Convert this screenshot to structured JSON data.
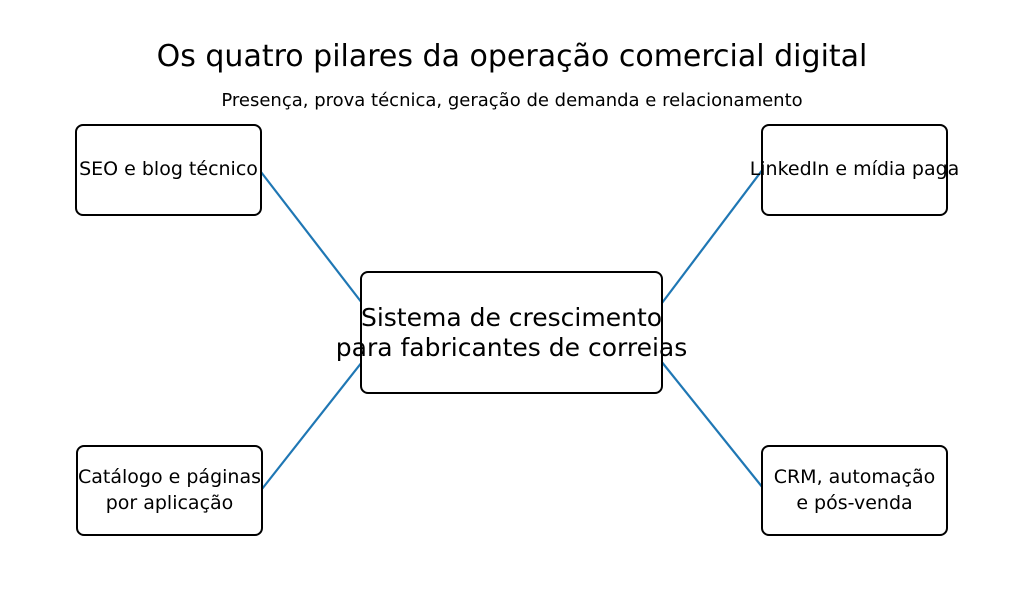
{
  "diagram": {
    "title": "Os quatro pilares da operação comercial digital",
    "subtitle": "Presença, prova técnica, geração de demanda e relacionamento",
    "center_node": {
      "label": "Sistema de crescimento\npara fabricantes de correias"
    },
    "nodes": {
      "top_left": {
        "label": "SEO e blog técnico"
      },
      "top_right": {
        "label": "LinkedIn e mídia paga"
      },
      "bottom_left": {
        "label": "Catálogo e páginas\npor aplicação"
      },
      "bottom_right": {
        "label": "CRM, automação\ne pós-venda"
      }
    },
    "colors": {
      "connector": "#1f77b4",
      "node_border": "#000000",
      "node_fill": "#ffffff",
      "text": "#000000",
      "background": "#ffffff"
    }
  }
}
